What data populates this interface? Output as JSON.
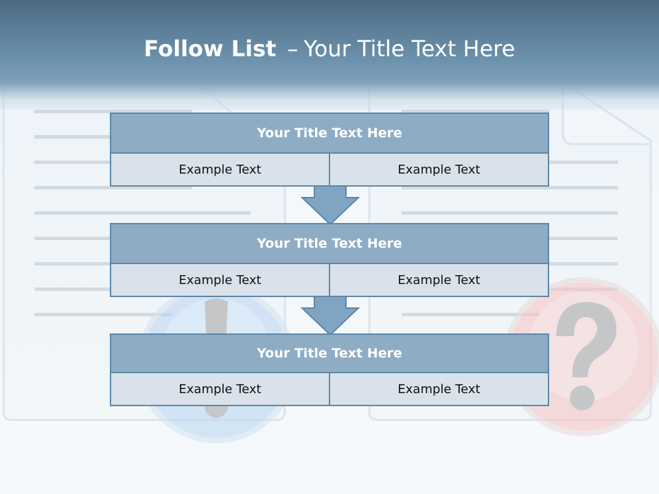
{
  "slide": {
    "title_bold": "Follow List",
    "title_separator": "–",
    "title_rest": "Your Title Text Here"
  },
  "steps": [
    {
      "title": "Your Title Text Here",
      "left": "Example Text",
      "right": "Example Text"
    },
    {
      "title": "Your Title Text Here",
      "left": "Example Text",
      "right": "Example Text"
    },
    {
      "title": "Your Title Text Here",
      "left": "Example Text",
      "right": "Example Text"
    }
  ],
  "decor_icons": [
    "document-icon",
    "exclamation-icon",
    "question-icon"
  ],
  "colors": {
    "header": "#6e93ae",
    "box_title": "#8facc5",
    "box_cell": "#d9e2ea",
    "border": "#5d87a8",
    "arrow": "#7fa4c4"
  }
}
